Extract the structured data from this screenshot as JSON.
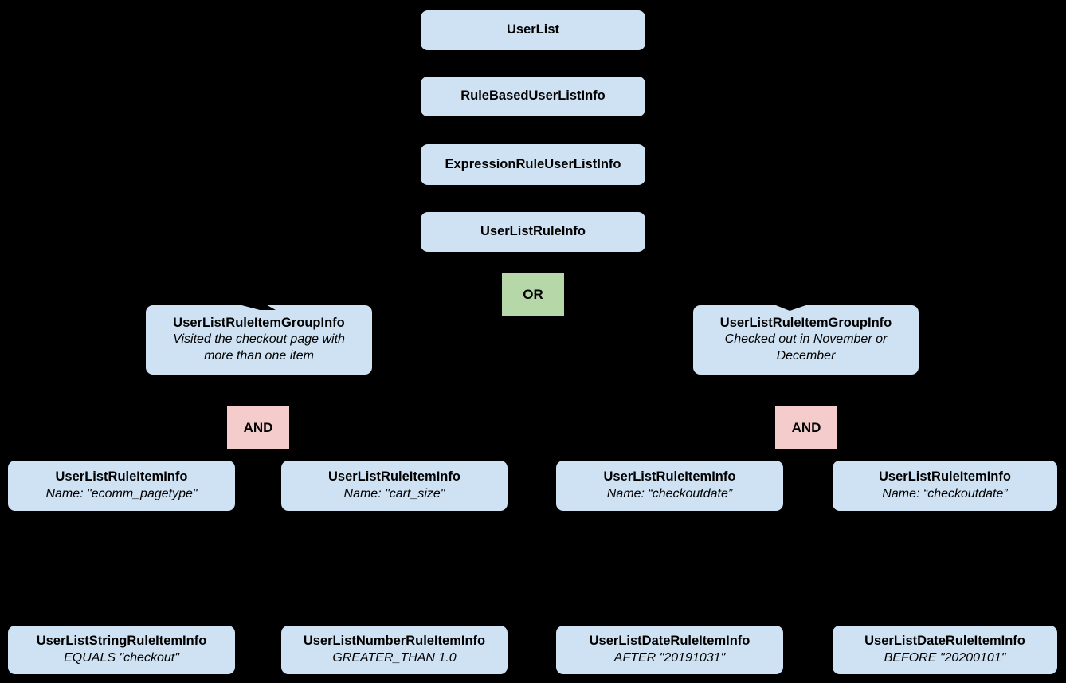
{
  "diagram": {
    "background": "#000000",
    "colors": {
      "node_fill": "#cfe2f3",
      "or_fill": "#b6d7a8",
      "and_fill": "#f4cccc",
      "text": "#000000"
    },
    "nodes": {
      "userlist": {
        "title": "UserList"
      },
      "rule_based_user_list_info": {
        "title": "RuleBasedUserListInfo"
      },
      "expression_rule_user_list_info": {
        "title": "ExpressionRuleUserListInfo"
      },
      "user_list_rule_info": {
        "title": "UserListRuleInfo"
      },
      "or_operator": {
        "label": "OR"
      },
      "group_left": {
        "title": "UserListRuleItemGroupInfo",
        "subtitle": "Visited the checkout page with more than one item"
      },
      "group_right": {
        "title": "UserListRuleItemGroupInfo",
        "subtitle": "Checked out in November or December"
      },
      "and_left": {
        "label": "AND"
      },
      "and_right": {
        "label": "AND"
      },
      "item_ecomm_pagetype": {
        "title": "UserListRuleItemInfo",
        "subtitle": "Name: \"ecomm_pagetype\""
      },
      "item_cart_size": {
        "title": "UserListRuleItemInfo",
        "subtitle": "Name: \"cart_size\""
      },
      "item_checkoutdate_1": {
        "title": "UserListRuleItemInfo",
        "subtitle": "Name: “checkoutdate”"
      },
      "item_checkoutdate_2": {
        "title": "UserListRuleItemInfo",
        "subtitle": "Name: “checkoutdate”"
      },
      "leaf_string": {
        "title": "UserListStringRuleItemInfo",
        "subtitle": "EQUALS \"checkout\""
      },
      "leaf_number": {
        "title": "UserListNumberRuleItemInfo",
        "subtitle": "GREATER_THAN 1.0"
      },
      "leaf_date_after": {
        "title": "UserListDateRuleItemInfo",
        "subtitle": "AFTER \"20191031\""
      },
      "leaf_date_before": {
        "title": "UserListDateRuleItemInfo",
        "subtitle": "BEFORE \"20200101\""
      }
    }
  }
}
